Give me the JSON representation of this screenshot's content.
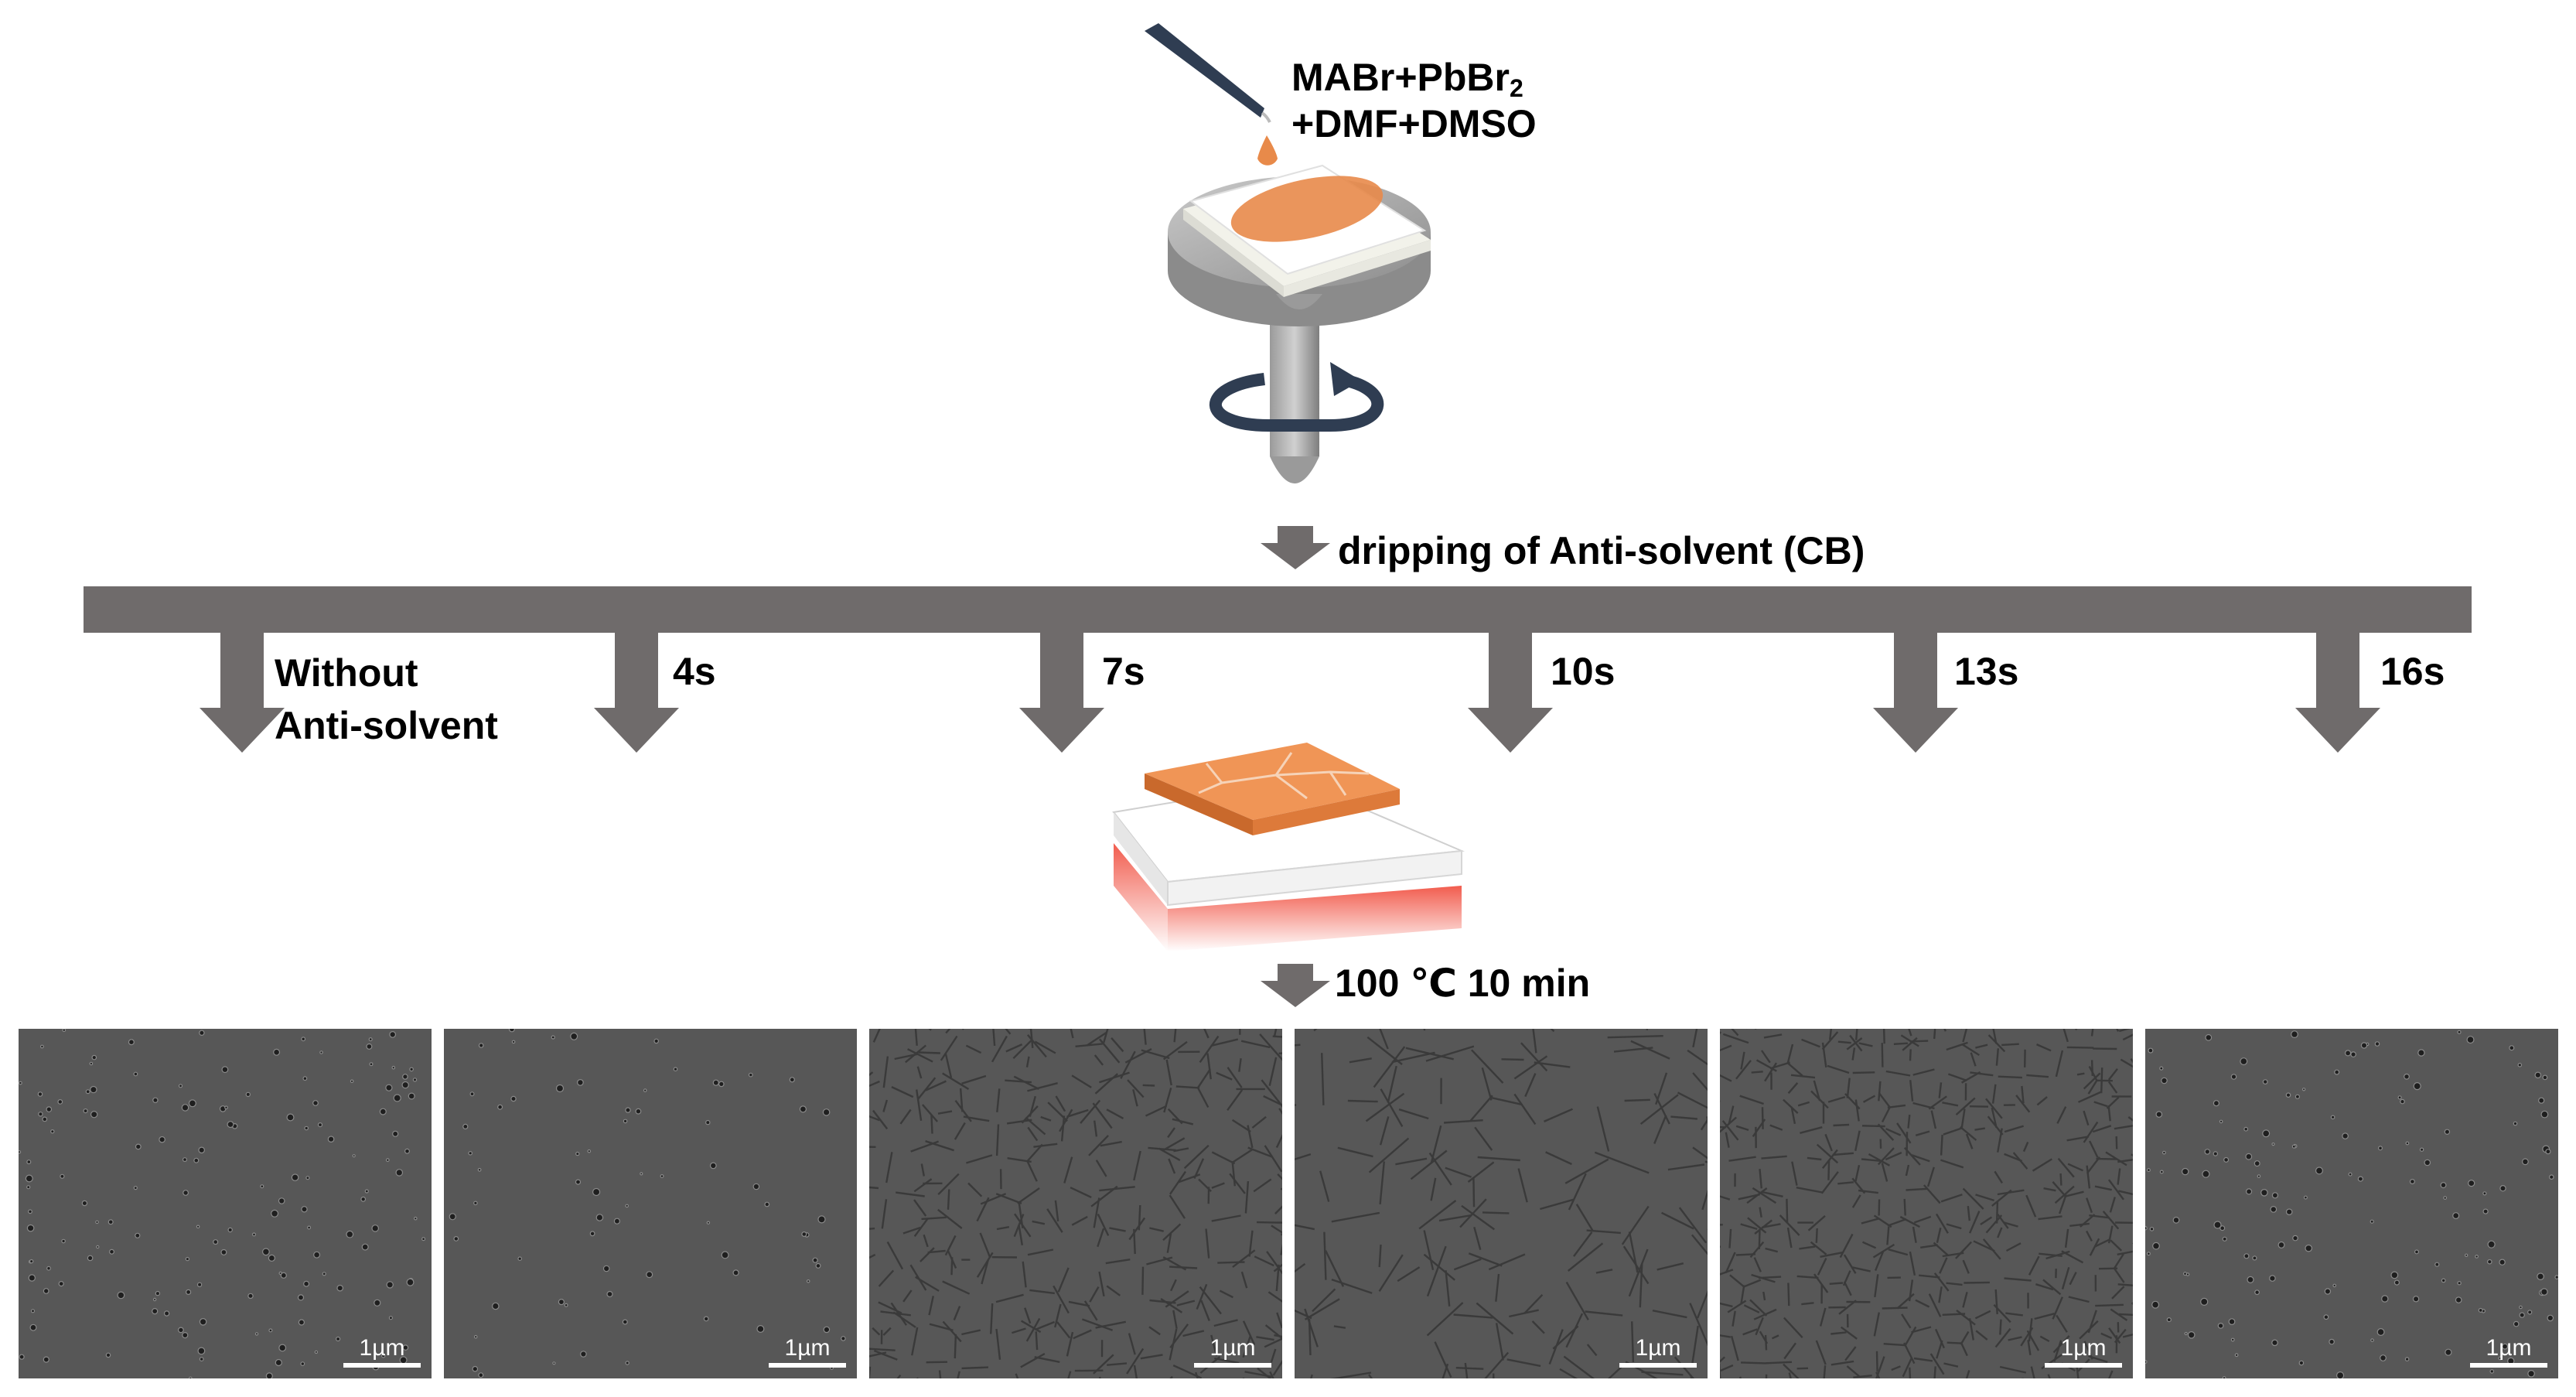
{
  "diagram": {
    "solution_line1": "MABr+PbBr",
    "solution_sub": "2",
    "solution_line2": "+DMF+DMSO",
    "dripping_step": "dripping of Anti-solvent (CB)",
    "branches": [
      {
        "line1": "Without",
        "line2": "Anti-solvent"
      },
      {
        "line1": "4s"
      },
      {
        "line1": "7s"
      },
      {
        "line1": "10s"
      },
      {
        "line1": "13s"
      },
      {
        "line1": "16s"
      }
    ],
    "anneal_step": "100 ℃ 10 min",
    "sem_images": [
      {
        "scale_bar": "1µm",
        "morphology": "pinholes"
      },
      {
        "scale_bar": "1µm",
        "morphology": "pinholes"
      },
      {
        "scale_bar": "1µm",
        "morphology": "grains"
      },
      {
        "scale_bar": "1µm",
        "morphology": "large-grains"
      },
      {
        "scale_bar": "1µm",
        "morphology": "grains"
      },
      {
        "scale_bar": "1µm",
        "morphology": "pinholes"
      }
    ]
  },
  "colors": {
    "arrow_gray": "#6f6b6b",
    "perovskite_orange": "#e88a4a",
    "spin_arrow_navy": "#2f3d52",
    "heater_red": "#f04a3a",
    "sem_gray": "#545454"
  }
}
